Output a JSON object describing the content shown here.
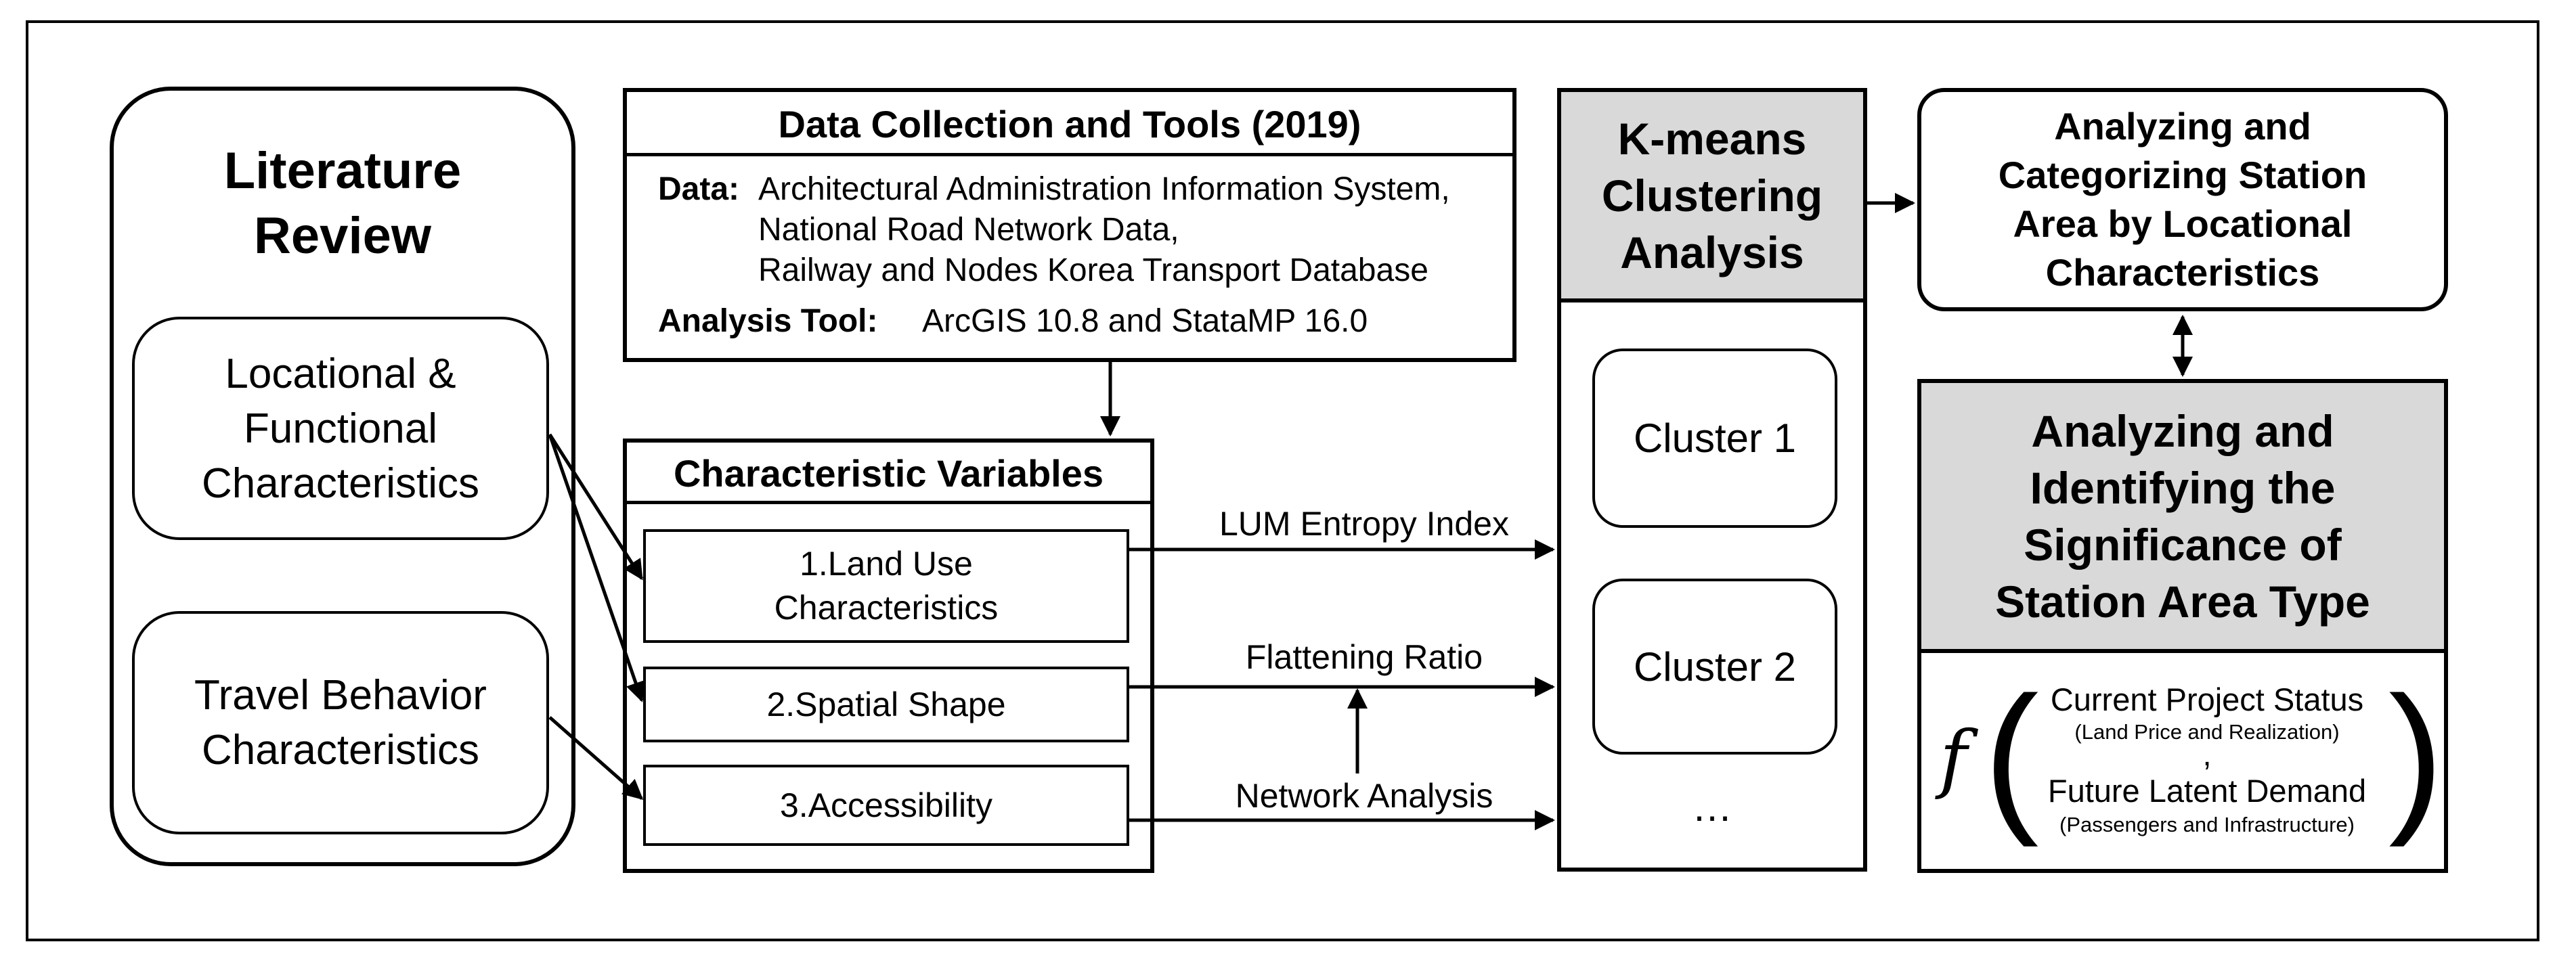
{
  "literature": {
    "title": "Literature\nReview",
    "item1": "Locational &\nFunctional\nCharacteristics",
    "item2": "Travel Behavior\nCharacteristics"
  },
  "data_collection": {
    "title": "Data Collection and Tools (2019)",
    "data_label": "Data:",
    "data_lines": "Architectural Administration Information System,\nNational Road Network Data,\nRailway and Nodes Korea Transport Database",
    "tool_label": "Analysis Tool:",
    "tool_value": "ArcGIS 10.8 and StataMP 16.0"
  },
  "variables": {
    "title": "Characteristic Variables",
    "item1": "1.Land Use\nCharacteristics",
    "item2": "2.Spatial Shape",
    "item3": "3.Accessibility"
  },
  "edge_labels": {
    "lum": "LUM Entropy Index",
    "flattening": "Flattening Ratio",
    "network": "Network Analysis"
  },
  "kmeans": {
    "title": "K-means\nClustering\nAnalysis",
    "cluster1": "Cluster 1",
    "cluster2": "Cluster 2",
    "ellipsis": "…"
  },
  "categorizing": {
    "title": "Analyzing and\nCategorizing Station\nArea by Locational\nCharacteristics"
  },
  "significance": {
    "title": "Analyzing and\nIdentifying the\nSignificance of\nStation Area Type",
    "func": "f",
    "term1": "Current Project Status",
    "term1_sub": "(Land Price and Realization)",
    "comma": ",",
    "term2": "Future Latent Demand",
    "term2_sub": "(Passengers and Infrastructure)"
  }
}
